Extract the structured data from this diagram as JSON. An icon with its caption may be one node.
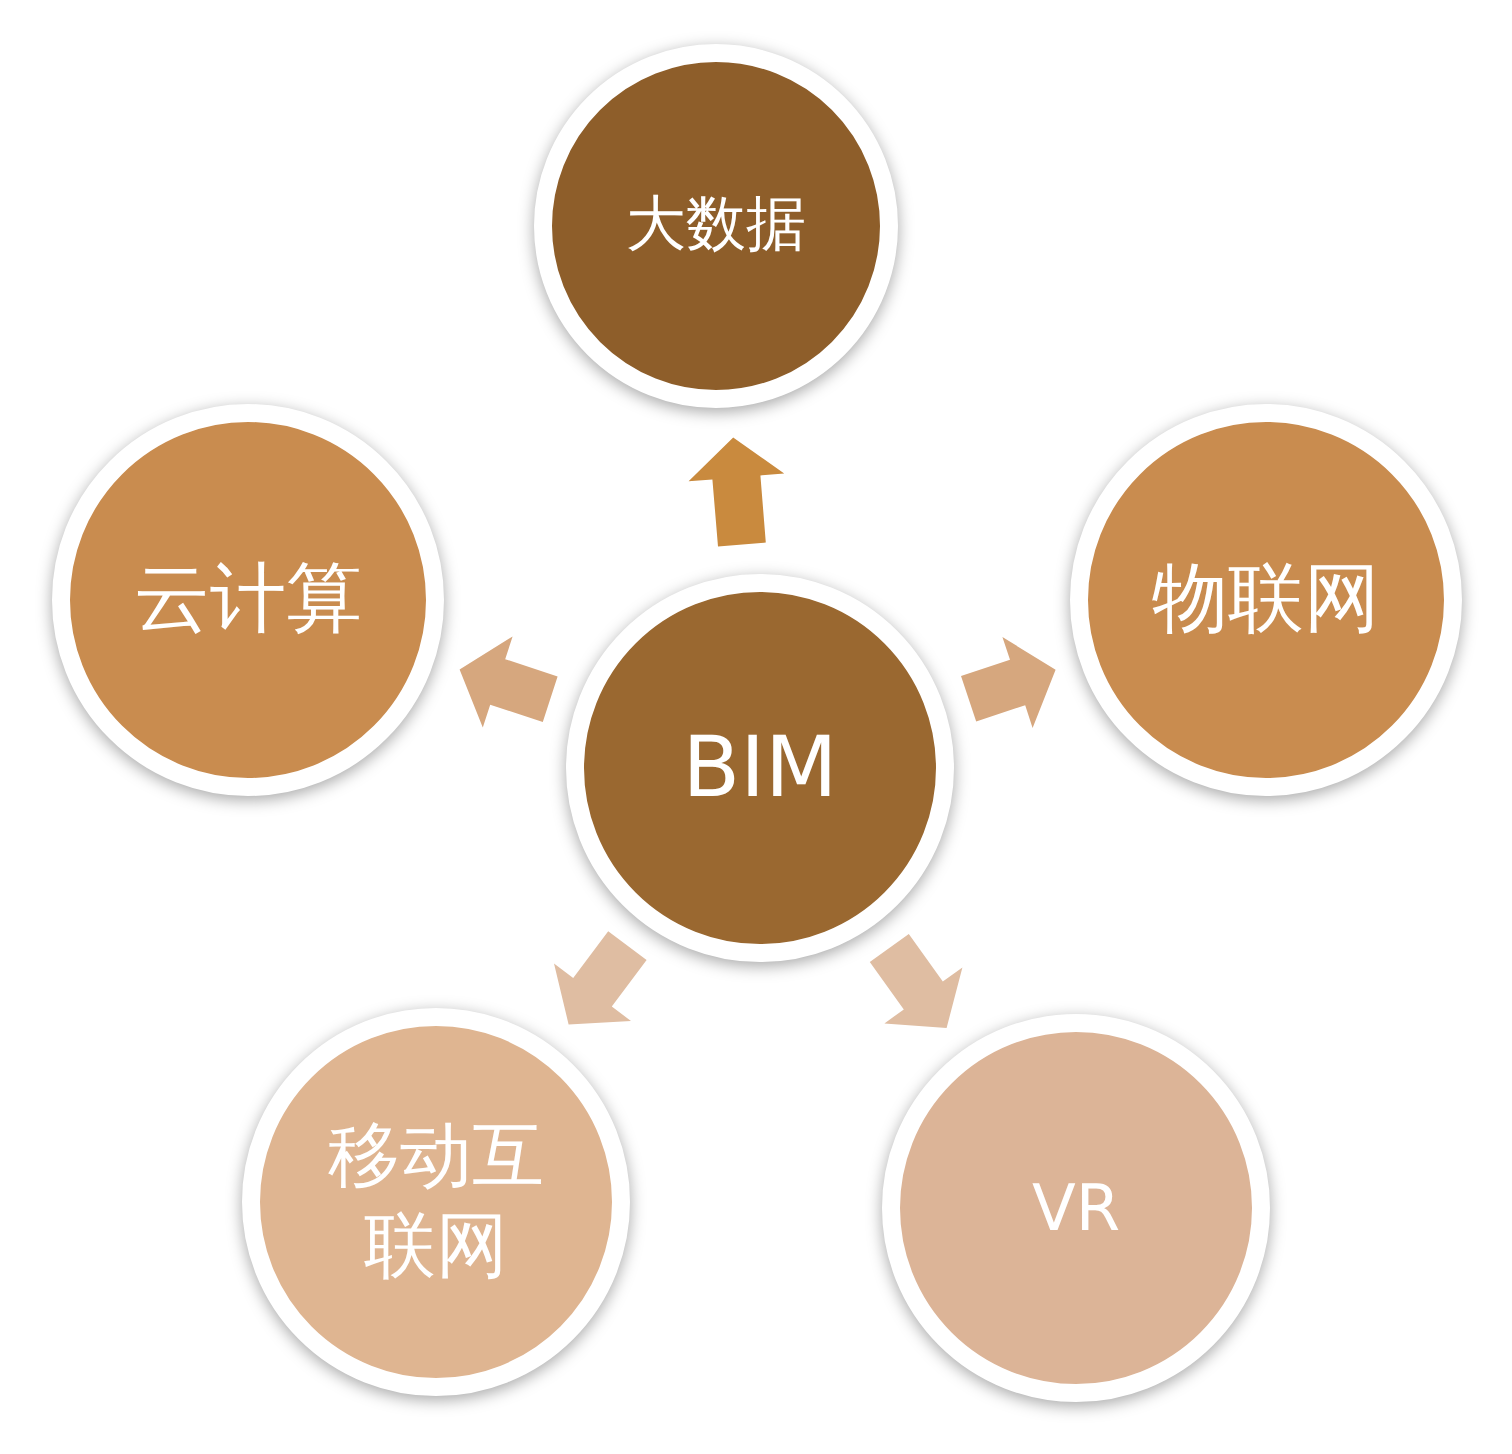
{
  "diagram": {
    "nodes": [
      {
        "text": [
          "大数据"
        ]
      },
      {
        "text": [
          "云计算"
        ]
      },
      {
        "text": [
          "物联网"
        ]
      },
      {
        "text": [
          "BIM"
        ]
      },
      {
        "text": [
          "移动互联网"
        ]
      },
      {
        "text": [
          "VR"
        ]
      }
    ],
    "edges": [
      {
        "from": 3,
        "to": 0,
        "arrow": "to",
        "color": "#c98a3e"
      },
      {
        "from": 3,
        "to": 1,
        "arrow": "to",
        "color": "#d6a77e"
      },
      {
        "from": 3,
        "to": 2,
        "arrow": "to",
        "color": "#d6a77e"
      },
      {
        "from": 3,
        "to": 4,
        "arrow": "to",
        "color": "#dfbda2"
      },
      {
        "from": 3,
        "to": 5,
        "arrow": "to",
        "color": "#dfbda2"
      }
    ]
  }
}
